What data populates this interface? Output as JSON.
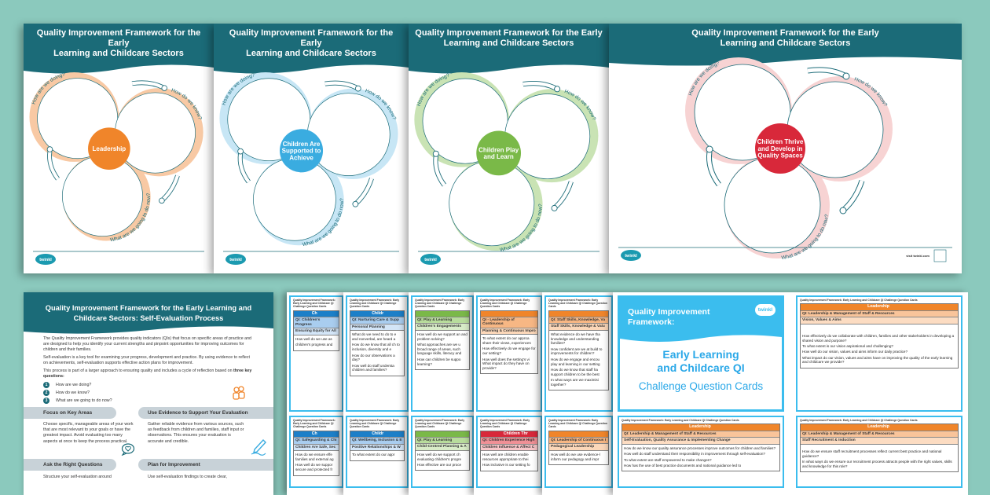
{
  "colors": {
    "background": "#8bc9bd",
    "teal": "#1b6b78",
    "card_border": "#3bbdee"
  },
  "posters": [
    {
      "title_line1": "Quality Improvement Framework for the Early",
      "title_line2": "Learning and Childcare Sectors",
      "center_label": [
        "Leadership"
      ],
      "color": "#f0852a",
      "tint": "#f8c9a4",
      "q1": "How are we doing?",
      "q2": "How do we know?",
      "q3": "What are we going to do now?",
      "logo": "twinkl",
      "site": ""
    },
    {
      "title_line1": "Quality Improvement Framework for the Early",
      "title_line2": "Learning and Childcare Sectors",
      "center_label": [
        "Children Are",
        "Supported to",
        "Achieve"
      ],
      "color": "#3aace0",
      "tint": "#c7e6f5",
      "q1": "How are we doing?",
      "q2": "How do we know?",
      "q3": "What are we going to do now?",
      "logo": "twinkl",
      "site": ""
    },
    {
      "title_line1": "Quality Improvement Framework for the Early",
      "title_line2": "Learning and Childcare Sectors",
      "center_label": [
        "Children Play",
        "and Learn"
      ],
      "color": "#7ab948",
      "tint": "#c9e3b4",
      "q1": "How are we doing?",
      "q2": "How do we know?",
      "q3": "What are we going to do now?",
      "logo": "twinkl",
      "site": ""
    },
    {
      "title_line1": "Quality Improvement Framework for the Early",
      "title_line2": "Learning and Childcare Sectors",
      "center_label": [
        "Children Thrive",
        "and Develop in",
        "Quality Spaces"
      ],
      "color": "#d8283a",
      "tint": "#f7d3d3",
      "q1": "How are we doing?",
      "q2": "How do we know?",
      "q3": "What are we going to do now?",
      "logo": "twinkl",
      "site": "visit twinkl.com"
    }
  ],
  "doc": {
    "title_line1": "Quality Improvement Framework for the Early Learning and",
    "title_line2": "Childcare Sectors: Self-Evaluation Process",
    "p1": "The Quality Improvement Framework provides quality indicators (QIs) that focus on specific areas of practice and are designed to help you identify your current strengths and pinpoint opportunities for improving outcomes for children and their families.",
    "p2": "Self-evaluation is a key tool for examining your progress, development and practice. By using evidence to reflect on achievements, self-evaluation supports effective action plans for improvement.",
    "p3_prefix": "This process is part of a larger approach to ensuring quality and includes a cycle of reflection based on ",
    "p3_bold": "three key questions:",
    "questions": [
      "How are we doing?",
      "How do we know?",
      "What are we going to do now?"
    ],
    "sections": [
      {
        "title": "Focus on Key Areas",
        "text": "Choose specific, manageable areas of your work that are most relevant to your goals or have the greatest impact. Avoid evaluating too many aspects at once to keep the process practical."
      },
      {
        "title": "Use Evidence to Support Your Evaluation",
        "text": "Gather reliable evidence from various sources, such as feedback from children and families, staff input or observations. This ensures your evaluation is accurate and credible."
      },
      {
        "title": "Ask the Right Questions",
        "text": "Structure your self-evaluation around"
      },
      {
        "title": "Plan for Improvement",
        "text": "Use self-evaluation findings to create clear,"
      }
    ]
  },
  "card_kicker": "Quality Improvement Framework: Early Learning and Childcare QI Challenge Question Cards",
  "sheets": [
    {
      "top": {
        "header": "Ch",
        "qi": "QI: Children's Progress",
        "sub": "Ensuring Equity for All",
        "questions": [
          "How well do we use as",
          "children's progress and"
        ]
      },
      "bottom": {
        "header": "Ch",
        "qi": "QI: Safeguarding & Chi",
        "sub": "Children Are Safe, Sec",
        "questions": [
          "How do we ensure effe families and external ag",
          "How well do we suppor secure and protected fr"
        ]
      }
    },
    {
      "top": {
        "header": "Childr",
        "qi": "QI: Nurturing Care & Supp",
        "sub": "Personal Planning",
        "questions": [
          "What do we need to do to e and nonverbal, are heard a",
          "How do we know that all ch to inclusion, diversity and e",
          "How do our observations a day?",
          "How well do staff understa children and families?"
        ]
      },
      "bottom": {
        "header": "Childr",
        "qi": "QI: Wellbeing, Inclusion & E",
        "sub": "Positive Relationships & W",
        "questions": [
          "To what extent do our appr"
        ]
      }
    },
    {
      "top": {
        "header": "",
        "qi": "QI: Play & Learning",
        "sub": "Children's Engagements",
        "questions": [
          "How well do we support an and problem solving?",
          "What approaches are we u broad range of areas, such language skills, literacy and",
          "How can children be suppo learning?"
        ]
      },
      "bottom": {
        "header": "",
        "qi": "QI: Play & Learning",
        "sub": "Child-Centred Planning & A",
        "questions": [
          "How well do we support ch evaluating children's progre",
          "How effective are our proce"
        ]
      }
    },
    {
      "top": {
        "header": "",
        "qi": "QI - Leadership of Continuous",
        "sub": "Planning & Continuous Impro",
        "questions": [
          "To what extent do our approa share their views, experiences",
          "How effectively do we engage for our setting?",
          "How well does the setting's vi What impact do they have on provide?"
        ]
      },
      "bottom": {
        "header": "Children Thr",
        "qi": "QI: Children Experience High",
        "sub": "Children Influence & Affect C",
        "questions": [
          "How well are children enable resources appropriate to thei",
          "How inclusive is our setting fo"
        ]
      }
    },
    {
      "top": {
        "header": "",
        "qi": "QI: Staff Skills, Knowledge, Va",
        "sub": "Staff Skills, Knowledge & Valu",
        "questions": [
          "What evidence do we have tha knowledge and understanding families?",
          "How confident are we at build to improvements for children?",
          "How do we engage and encou play and learning in our setting",
          "How do we know that staff ha support children to be the best",
          "In what ways are we maximisi together?"
        ]
      },
      "bottom": {
        "header": "",
        "qi": "QI: Leadership of Continuous I",
        "sub": "Pedagogical Leadership",
        "questions": [
          "How well do we use evidence-l inform our pedagogy and impr"
        ]
      }
    }
  ],
  "cover": {
    "title": "Quality Improvement Framework:",
    "logo": "twinkl",
    "heading_line1": "Early Learning",
    "heading_line2": "and Childcare QI",
    "subheading": "Challenge Question Cards"
  },
  "full_cards": [
    {
      "header": "Leadership",
      "qi": "QI: Leadership & Management of Staff & Resources",
      "sub": "Vision, Values & Aims",
      "questions": [
        "How effectively do we collaborate with children, families and other stakeholders in developing a shared vision and purpose?",
        "To what extent is our vision aspirational and challenging?",
        "How well do our vision, values and aims inform our daily practice?",
        "What impact do our vision, values and aims have on improving the quality of the early learning and childcare we provide?"
      ]
    },
    {
      "header": "Leadership",
      "qi": "QI: Leadership & Management of Staff & Resources",
      "sub": "Self-Evaluation, Quality Assurance & Implementing Change",
      "questions": [
        "How do we know our quality assurance processes improve outcomes for children and families?",
        "How well do staff understand their responsibility in improvement through self-evaluation?",
        "To what extent are staff empowered to make changes?",
        "How has the use of best practice documents and national guidance led to"
      ]
    },
    {
      "header": "Leadership",
      "qi": "QI: Leadership & Management of Staff & Resources",
      "sub": "Staff Recruitment & Induction",
      "questions": [
        "How do we ensure staff recruitment processes reflect current best practice and national guidance?",
        "In what ways do we ensure our recruitment process attracts people with the right values, skills and knowledge for this role?"
      ]
    }
  ]
}
